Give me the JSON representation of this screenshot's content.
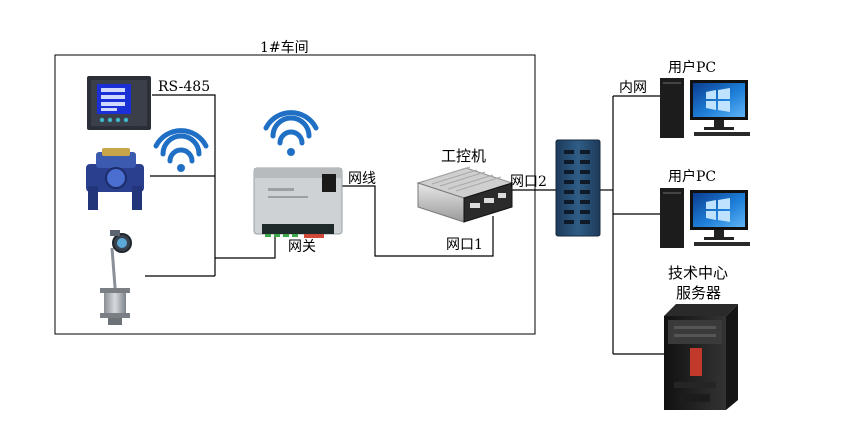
{
  "workshop": {
    "title": "1#车间"
  },
  "devices": {
    "power_meter": {
      "icon": "power-meter-icon",
      "screen_color": "#1a2fd6"
    },
    "water_meter": {
      "icon": "water-meter-icon",
      "body_color": "#2a3f8e"
    },
    "flow_meter": {
      "icon": "vortex-flowmeter-icon"
    },
    "gateway": {
      "icon": "gateway-device-icon",
      "accent": "#d04a3a"
    },
    "ipc": {
      "icon": "industrial-pc-icon"
    },
    "switch": {
      "icon": "network-switch-icon",
      "color": "#2c4f73"
    },
    "server": {
      "icon": "tower-server-icon"
    }
  },
  "labels": {
    "rs485": "RS-485",
    "gateway": "网关",
    "cable": "网线",
    "ipc": "工控机",
    "port1": "网口1",
    "port2": "网口2",
    "intranet": "内网",
    "user_pc_1": "用户PC",
    "user_pc_2": "用户PC",
    "server_line1": "技术中心",
    "server_line2": "服务器"
  },
  "colors": {
    "line": "#000000",
    "wifi": "#1f6fc5",
    "monitor_screen": "#1e7fd8"
  }
}
